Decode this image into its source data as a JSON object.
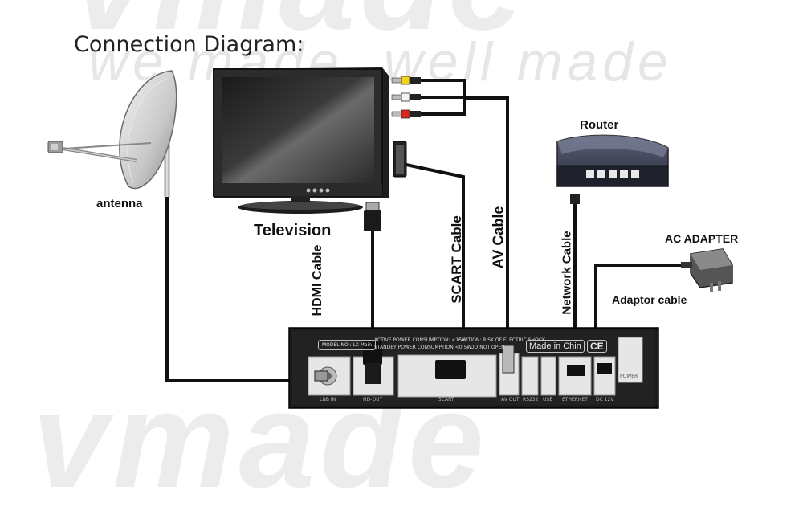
{
  "watermark": {
    "brand_top": "vmade",
    "slogan": "we made, well made",
    "brand_bottom": "vmade"
  },
  "title": "Connection Diagram:",
  "labels": {
    "antenna": "antenna",
    "television": "Television",
    "router": "Router",
    "ac_adapter": "AC ADAPTER",
    "adaptor_cable": "Adaptor cable"
  },
  "cables": {
    "hdmi": "HDMI Cable",
    "scart": "SCART Cable",
    "av": "AV Cable",
    "network": "Network Cable"
  },
  "receiver": {
    "model_label": "MODEL NO.: LX Main",
    "power_info": [
      "ACTIVE POWER CONSUMPTION: <15W",
      "STANDBY POWER CONSUMPTION <0.5W"
    ],
    "warning": [
      "CAUTION: RISK OF ELECTRIC SHOCK",
      "DO NOT OPEN"
    ],
    "made_in": "Made in Chin",
    "ce_mark": "CE",
    "ports": {
      "lnb_in": "LNB IN",
      "hd_out": "HD-OUT",
      "scart": "SCART",
      "av_out": "AV OUT",
      "rs232": "RS232",
      "usb": "USB",
      "ethernet": "ETHERNET",
      "dc": "DC 12V",
      "power": "POWER"
    }
  },
  "colors": {
    "cable": "#111111",
    "receiver_body": "#1c1c1c",
    "av_yellow": "#f2d21b",
    "av_white": "#f4f4f4",
    "av_red": "#d8261c",
    "tv_frame": "#2a2a2a"
  }
}
